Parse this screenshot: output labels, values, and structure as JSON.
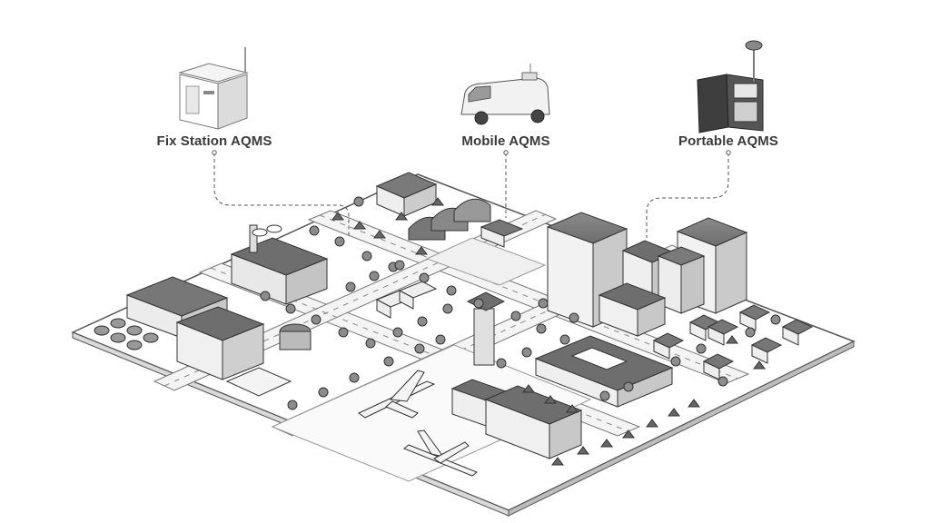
{
  "labels": {
    "fix_station": "Fix Station AQMS",
    "mobile": "Mobile AQMS",
    "portable": "Portable AQMS"
  }
}
